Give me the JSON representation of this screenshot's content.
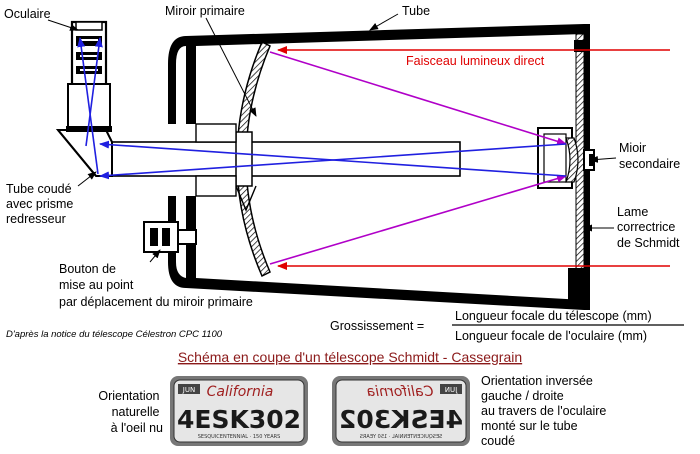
{
  "labels": {
    "eyepiece": "Oculaire",
    "primary_mirror": "Miroir primaire",
    "tube": "Tube",
    "direct_beam": "Faisceau lumineux direct",
    "secondary_mirror_1": "Mioir",
    "secondary_mirror_2": "secondaire",
    "diagonal_1": "Tube coudé",
    "diagonal_2": "avec prisme",
    "diagonal_3": "redresseur",
    "corrector_1": "Lame",
    "corrector_2": "correctrice",
    "corrector_3": "de Schmidt",
    "focus_1": "Bouton de",
    "focus_2": "mise au point",
    "focus_3": "par déplacement du miroir primaire"
  },
  "credit": "D'après la notice du télescope Célestron CPC 1100",
  "formula": {
    "lhs": "Grossissement =",
    "numerator": "Longueur focale du télescope (mm)",
    "denominator": "Longueur focale de l'oculaire (mm)"
  },
  "caption": "Schéma en coupe d'un télescope Schmidt - Cassegrain",
  "orientation_normal": {
    "line1": "Orientation",
    "line2": "naturelle",
    "line3": "à l'oeil nu"
  },
  "orientation_inverted": {
    "line1": "Orientation inversée",
    "line2": "gauche / droite",
    "line3": "au travers de l'oculaire",
    "line4": "monté sur le tube",
    "line5": "coudé"
  },
  "plate": {
    "number": "4ESK302",
    "state": "California",
    "month": "JUN",
    "motto": "SESQUICENTENNIAL · 150 YEARS"
  },
  "colors": {
    "beam_direct": "#e00000",
    "beam_reflected": "#b000c8",
    "beam_eyepiece": "#2020e0",
    "caption": "#8b1a1a"
  }
}
